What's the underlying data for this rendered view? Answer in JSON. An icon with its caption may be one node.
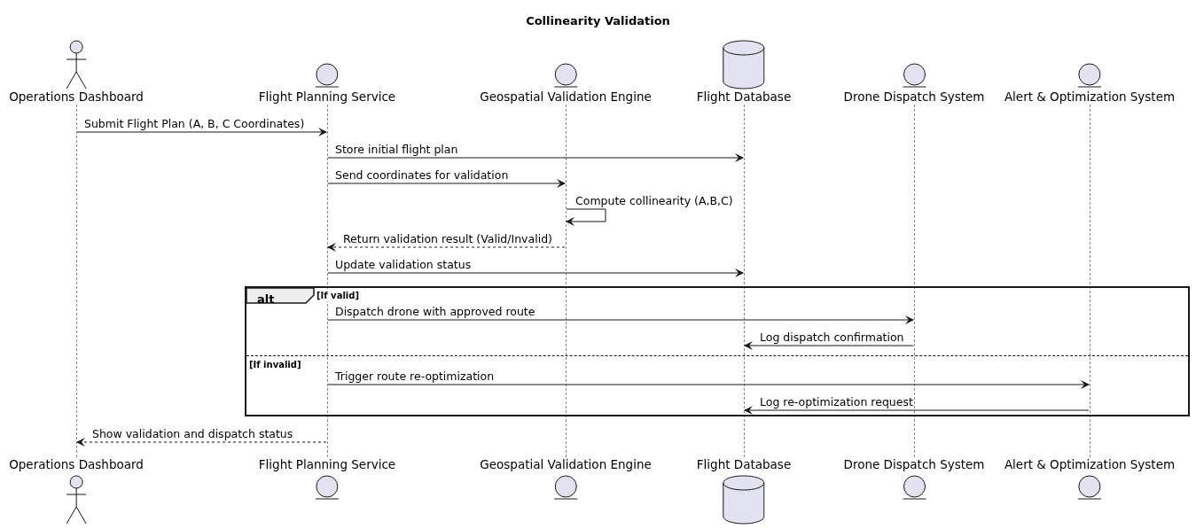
{
  "diagram": {
    "title": "Collinearity Validation",
    "nodes": [
      {
        "text": [
          "Operations Dashboard"
        ]
      },
      {
        "text": [
          "Flight Planning Service"
        ]
      },
      {
        "text": [
          "Geospatial Validation Engine"
        ]
      },
      {
        "text": [
          "Flight Database"
        ]
      },
      {
        "text": [
          "Drone Dispatch System"
        ]
      },
      {
        "text": [
          "Alert & Optimization System"
        ]
      },
      {
        "text": [
          "Operations Dashboard"
        ]
      },
      {
        "text": [
          "Flight Planning Service"
        ]
      },
      {
        "text": [
          "Geospatial Validation Engine"
        ]
      },
      {
        "text": [
          "Flight Database"
        ]
      },
      {
        "text": [
          "Drone Dispatch System"
        ]
      },
      {
        "text": [
          "Alert & Optimization System"
        ]
      },
      {
        "text": [],
        "shape": "line"
      },
      {
        "text": [],
        "shape": "line"
      },
      {
        "text": [],
        "shape": "line"
      },
      {
        "text": [],
        "shape": "line"
      },
      {
        "text": [],
        "shape": "line"
      },
      {
        "text": [],
        "shape": "line"
      }
    ],
    "labels": [
      "alt",
      "[If valid]",
      "[If invalid]"
    ],
    "edges": [
      {
        "from": 12,
        "to": 13,
        "arrow": "to",
        "label": "Submit Flight Plan (A, B, C Coordinates)"
      },
      {
        "from": 13,
        "to": 15,
        "arrow": "to",
        "label": "Store initial flight plan"
      },
      {
        "from": 13,
        "to": 14,
        "arrow": "to",
        "label": "Send coordinates for validation"
      },
      {
        "from": 14,
        "to": 14,
        "arrow": "to",
        "label": "Compute collinearity (A,B,C)"
      },
      {
        "from": 14,
        "to": 13,
        "arrow": "to",
        "label": "Return validation result (Valid/Invalid)",
        "style": "dashed"
      },
      {
        "from": 13,
        "to": 15,
        "arrow": "to",
        "label": "Update validation status"
      },
      {
        "from": 13,
        "to": 16,
        "arrow": "to",
        "label": "Dispatch drone with approved route"
      },
      {
        "from": 16,
        "to": 15,
        "arrow": "to",
        "label": "Log dispatch confirmation"
      },
      {
        "from": 13,
        "to": 17,
        "arrow": "to",
        "label": "Trigger route re-optimization"
      },
      {
        "from": 17,
        "to": 15,
        "arrow": "to",
        "label": "Log re-optimization request"
      },
      {
        "from": 13,
        "to": 12,
        "arrow": "to",
        "label": "Show validation and dispatch status",
        "style": "dashed"
      }
    ]
  }
}
